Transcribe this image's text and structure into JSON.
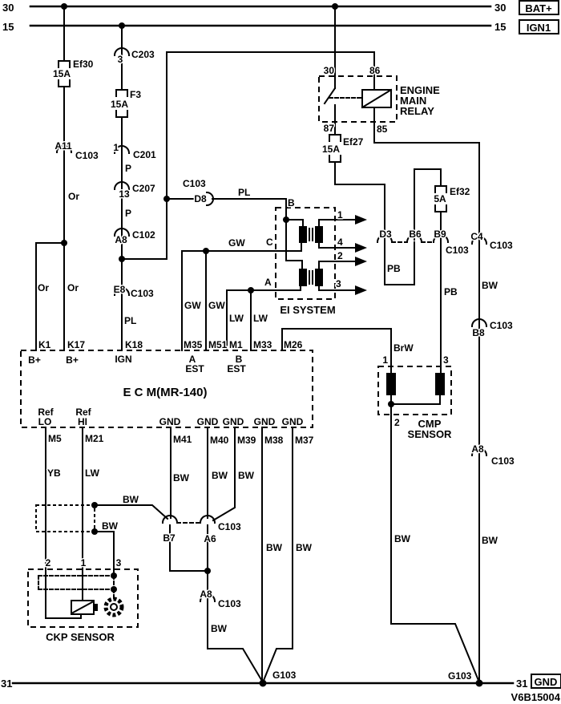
{
  "power_rails": {
    "r30": "30",
    "r15": "15",
    "r31": "31",
    "bat": "BAT+",
    "ign1": "IGN1",
    "gnd": "GND"
  },
  "code": "V6B15004",
  "wires": {
    "or": "Or",
    "p": "P",
    "pl": "PL",
    "gw": "GW",
    "lw": "LW",
    "bw": "BW",
    "pb": "PB",
    "brw": "BrW",
    "yb": "YB"
  },
  "fuses": {
    "ef30": {
      "name": "Ef30",
      "rating": "15A"
    },
    "f3": {
      "name": "F3",
      "rating": "15A"
    },
    "ef27": {
      "name": "Ef27",
      "rating": "15A"
    },
    "ef32": {
      "name": "Ef32",
      "rating": "5A"
    }
  },
  "connectors": {
    "c103": "C103",
    "c203": "C203",
    "c201": "C201",
    "c207": "C207",
    "c102": "C102"
  },
  "pins": {
    "a11": "A11",
    "p1": "1",
    "p3": "3",
    "p13": "13",
    "a8": "A8",
    "e8": "E8",
    "d8": "D8",
    "d3": "D3",
    "b6": "B6",
    "b9": "B9",
    "c4": "C4",
    "b8": "B8",
    "b7": "B7",
    "a6": "A6"
  },
  "relay": {
    "line1": "ENGINE",
    "line2": "MAIN",
    "line3": "RELAY",
    "p30": "30",
    "p86": "86",
    "p87": "87",
    "p85": "85"
  },
  "ei": {
    "title": "EI SYSTEM",
    "b": "B",
    "c": "C",
    "a": "A",
    "o1": "1",
    "o4": "4",
    "o2": "2",
    "o3": "3"
  },
  "ecm": {
    "title": "E  C  M(MR-140)",
    "k1": "K1",
    "k17": "K17",
    "k18": "K18",
    "m35": "M35",
    "m51": "M51",
    "m1": "M1",
    "m33": "M33",
    "m26": "M26",
    "bplus": "B+",
    "ign": "IGN",
    "a": "A",
    "b": "B",
    "est": "EST",
    "m5": "M5",
    "m21": "M21",
    "m41": "M41",
    "m40": "M40",
    "m39": "M39",
    "m38": "M38",
    "m37": "M37",
    "ref": "Ref",
    "lo": "LO",
    "hi": "HI",
    "gnd": "GND"
  },
  "cmp": {
    "line1": "CMP",
    "line2": "SENSOR",
    "p1": "1",
    "p2": "2",
    "p3": "3"
  },
  "ckp": {
    "label": "CKP SENSOR",
    "p1": "1",
    "p2": "2",
    "p3": "3"
  },
  "ground": {
    "g103": "G103"
  }
}
